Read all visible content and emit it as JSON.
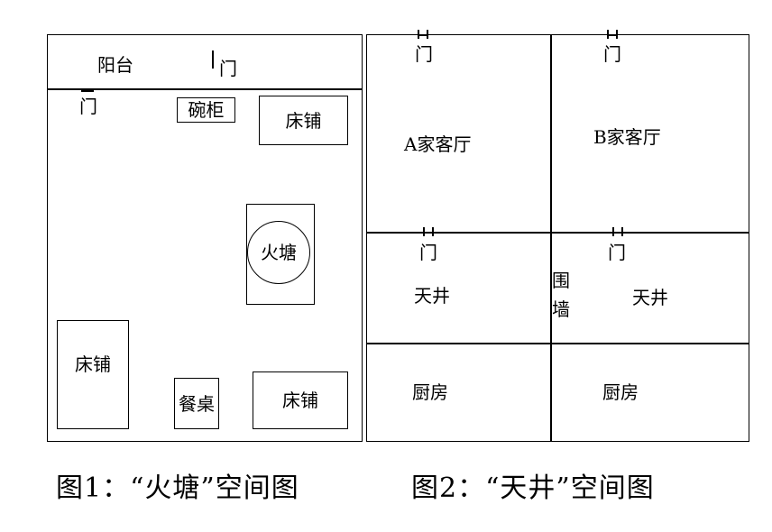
{
  "fig1": {
    "balcony": "阳台",
    "door_top": "门",
    "door_left": "门",
    "cupboard": "碗柜",
    "bed_top_right": "床铺",
    "fire_pit": "火塘",
    "bed_bottom_left": "床铺",
    "dining_table": "餐桌",
    "bed_bottom_right": "床铺",
    "caption": "图1：“火塘”空间图"
  },
  "fig2": {
    "door_a": "门",
    "door_b": "门",
    "living_a": "A家客厅",
    "living_b": "B家客厅",
    "door_c": "门",
    "door_d": "门",
    "courtyard_a": "天井",
    "wall_1": "围",
    "wall_2": "墙",
    "courtyard_b": "天井",
    "kitchen_a": "厨房",
    "kitchen_b": "厨房",
    "caption": "图2：“天井”空间图"
  }
}
